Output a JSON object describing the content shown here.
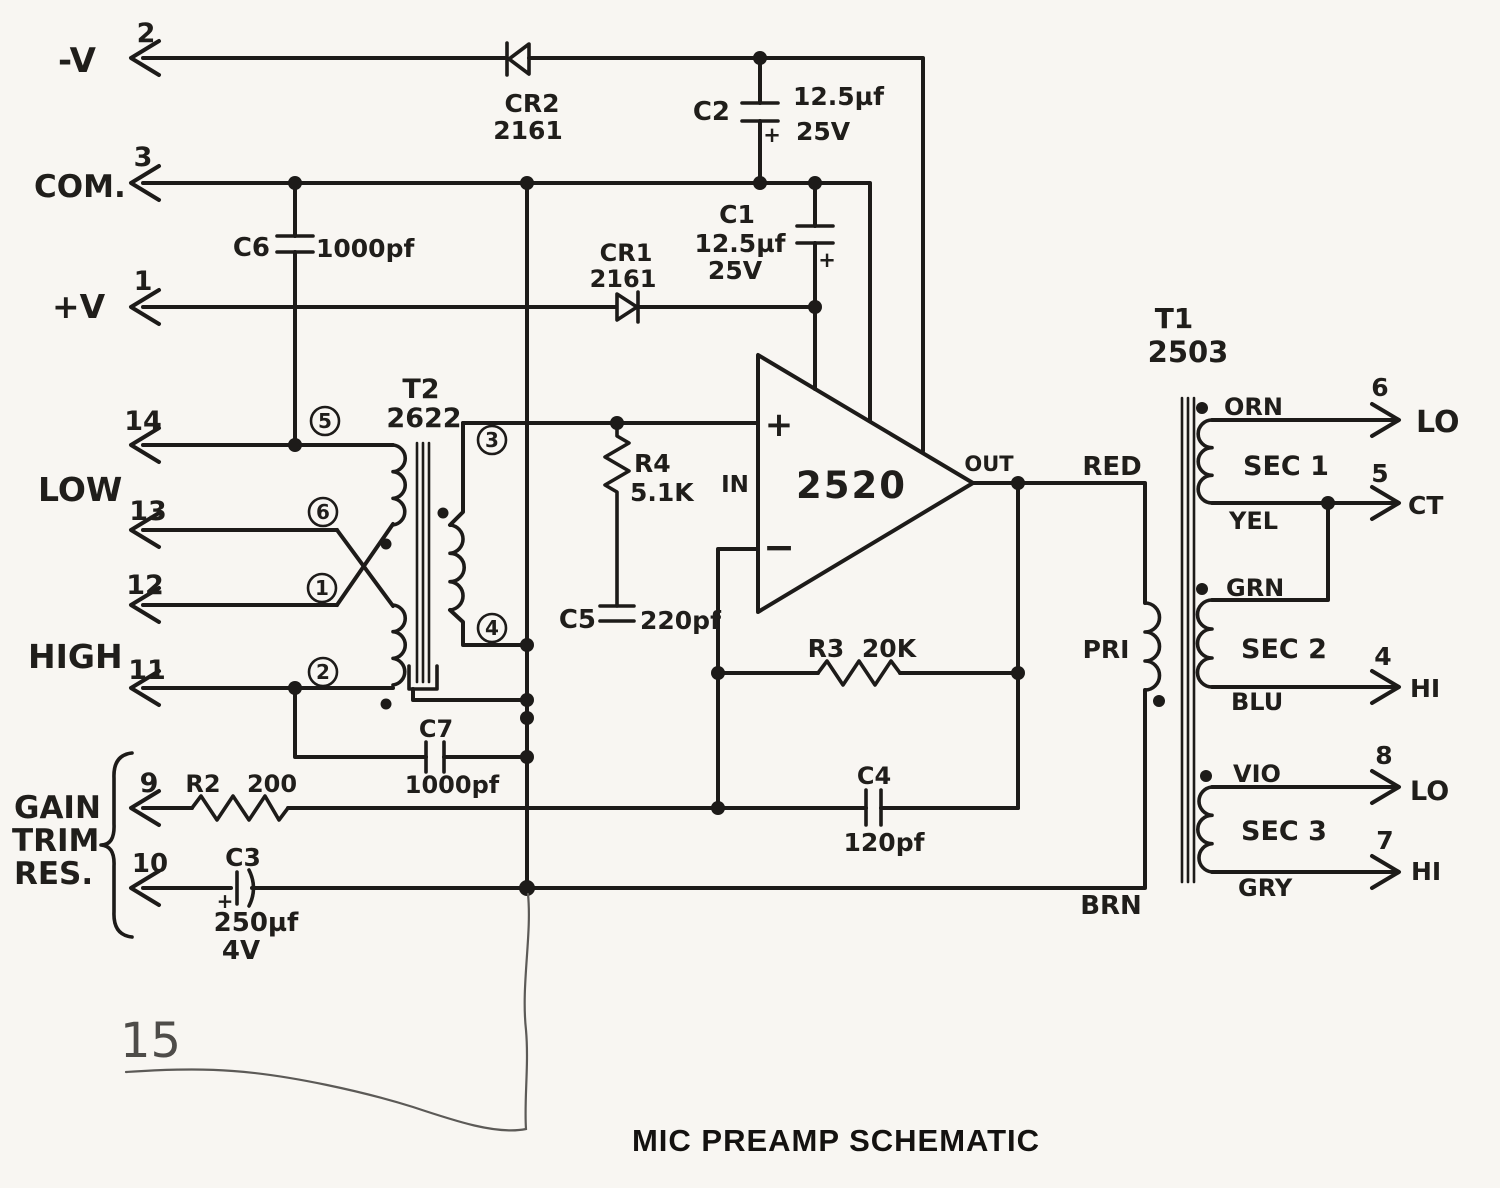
{
  "title": "MIC PREAMP SCHEMATIC",
  "annotation": {
    "note": "15"
  },
  "colors": {
    "ink": "#1d1b19",
    "pen": "#5c5a57",
    "paper": "#f8f6f2"
  },
  "terminals": {
    "neg_v": {
      "label": "-V",
      "pin": "2"
    },
    "com": {
      "label": "COM.",
      "pin": "3"
    },
    "pos_v": {
      "label": "+V",
      "pin": "1"
    },
    "low": {
      "label": "LOW"
    },
    "high": {
      "label": "HIGH"
    },
    "pin14": "14",
    "pin13": "13",
    "pin12": "12",
    "pin11": "11",
    "gain_trim": {
      "line1": "GAIN",
      "line2": "TRIM",
      "line3": "RES.",
      "pin9": "9",
      "pin10": "10"
    }
  },
  "components": {
    "cr2": {
      "ref": "CR2",
      "part": "2161"
    },
    "cr1": {
      "ref": "CR1",
      "part": "2161"
    },
    "c2": {
      "ref": "C2",
      "value": "12.5µf",
      "rating": "25V",
      "polarity": "+"
    },
    "c1": {
      "ref": "C1",
      "value": "12.5µf",
      "rating": "25V",
      "polarity": "+"
    },
    "c6": {
      "ref": "C6",
      "value": "1000pf"
    },
    "c7": {
      "ref": "C7",
      "value": "1000pf"
    },
    "c5": {
      "ref": "C5",
      "value": "220pf"
    },
    "c4": {
      "ref": "C4",
      "value": "120pf"
    },
    "c3": {
      "ref": "C3",
      "value": "250µf",
      "rating": "4V",
      "polarity": "+"
    },
    "r2": {
      "ref": "R2",
      "value": "200"
    },
    "r3": {
      "ref": "R3",
      "value": "20K"
    },
    "r4": {
      "ref": "R4",
      "value": "5.1K"
    }
  },
  "opamp": {
    "part": "2520",
    "in_label": "IN",
    "out_label": "OUT",
    "noninv": "+",
    "inv": "−"
  },
  "t2": {
    "ref": "T2",
    "part": "2622",
    "taps": {
      "n5": "5",
      "n6": "6",
      "n1": "1",
      "n2": "2",
      "n3": "3",
      "n4": "4"
    }
  },
  "t1": {
    "ref": "T1",
    "part": "2503",
    "pri": "PRI",
    "wire_colors": {
      "red": "RED",
      "brn": "BRN",
      "orn": "ORN",
      "yel": "YEL",
      "grn": "GRN",
      "blu": "BLU",
      "vio": "VIO",
      "gry": "GRY"
    },
    "windings": {
      "sec1": "SEC 1",
      "sec2": "SEC 2",
      "sec3": "SEC 3"
    },
    "pins": {
      "p6": {
        "num": "6",
        "label": "LO"
      },
      "p5": {
        "num": "5",
        "label": "CT"
      },
      "p4": {
        "num": "4",
        "label": "HI"
      },
      "p8": {
        "num": "8",
        "label": "LO"
      },
      "p7": {
        "num": "7",
        "label": "HI"
      }
    }
  }
}
